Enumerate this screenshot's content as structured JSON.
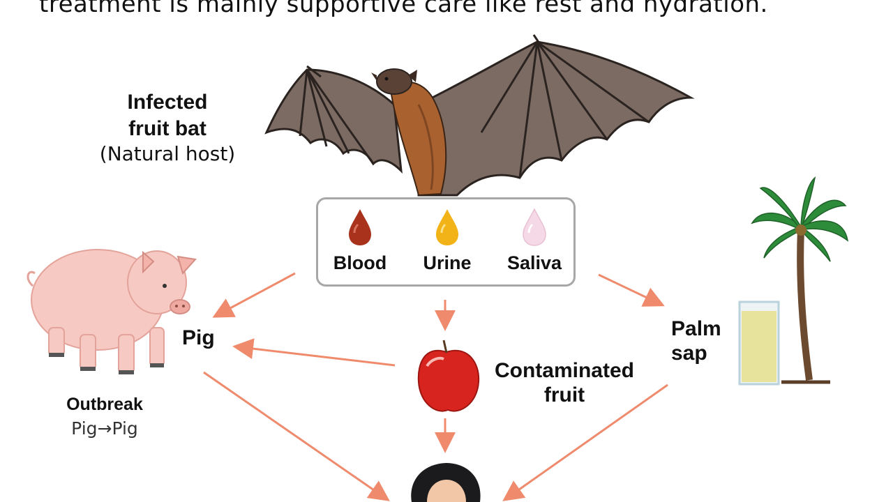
{
  "caption": "treatment is mainly supportive care like rest and hydration.",
  "host": {
    "title_line1": "Infected",
    "title_line2": "fruit bat",
    "subtitle": "(Natural host)"
  },
  "fluids": [
    {
      "label": "Blood",
      "color": "#a8321c"
    },
    {
      "label": "Urine",
      "color": "#f2b318"
    },
    {
      "label": "Saliva",
      "color": "#f6d9e6"
    }
  ],
  "pig": {
    "label": "Pig"
  },
  "outbreak": {
    "title": "Outbreak",
    "subtitle": "Pig→Pig"
  },
  "fruit": {
    "line1": "Contaminated",
    "line2": "fruit"
  },
  "palm": {
    "line1": "Palm",
    "line2": "sap"
  },
  "colors": {
    "arrow": "#ef8a6c",
    "box_border": "#a7a7a7"
  }
}
